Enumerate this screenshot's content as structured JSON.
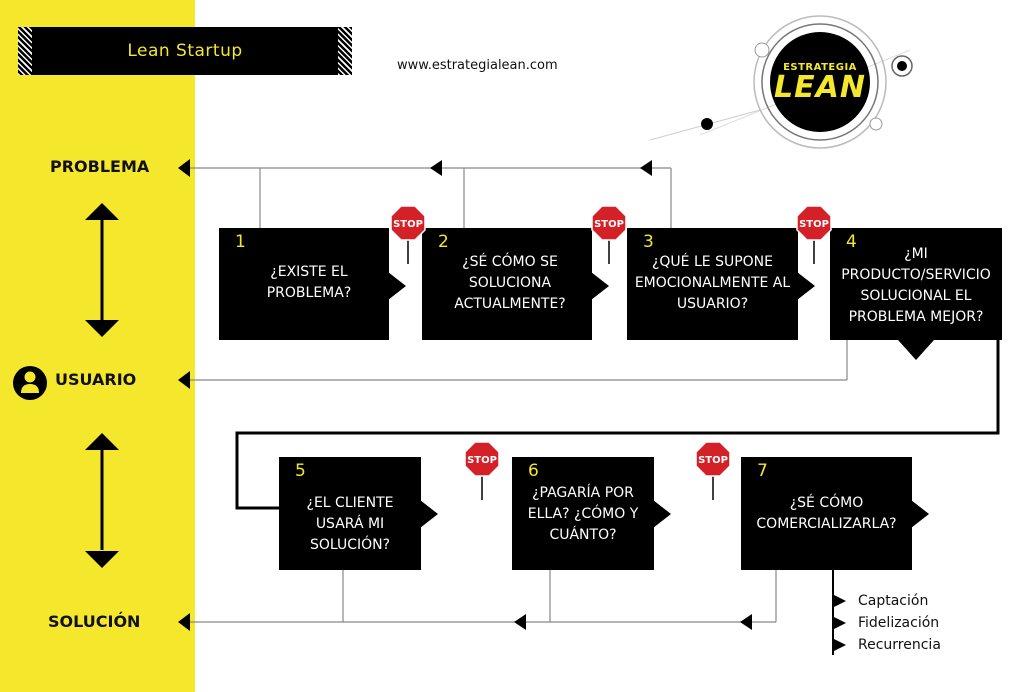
{
  "title": "Lean Startup",
  "url": "www.estrategialean.com",
  "logo": {
    "top": "ESTRATEGIA",
    "main": "LEAN"
  },
  "side_labels": {
    "problem": "PROBLEMA",
    "user": "USUARIO",
    "solution": "SOLUCIÓN"
  },
  "steps": [
    {
      "number": "1",
      "text": "¿EXISTE EL PROBLEMA?"
    },
    {
      "number": "2",
      "text": "¿SÉ CÓMO SE SOLUCIONA ACTUALMENTE?"
    },
    {
      "number": "3",
      "text": "¿QUÉ LE SUPONE EMOCIONALMENTE AL USUARIO?"
    },
    {
      "number": "4",
      "text": "¿MI PRODUCTO/SERVICIO SOLUCIONAL EL PROBLEMA MEJOR?"
    },
    {
      "number": "5",
      "text": "¿EL CLIENTE USARÁ MI SOLUCIÓN?"
    },
    {
      "number": "6",
      "text": "¿PAGARÍA POR ELLA? ¿CÓMO Y CUÁNTO?"
    },
    {
      "number": "7",
      "text": "¿SÉ CÓMO COMERCIALIZARLA?"
    }
  ],
  "stop_sign": "STOP",
  "commercial_steps": [
    "Captación",
    "Fidelización",
    "Recurrencia"
  ],
  "colors": {
    "accent": "#f5e72c",
    "box": "#000000",
    "stop": "#d42027",
    "line": "#888888"
  }
}
